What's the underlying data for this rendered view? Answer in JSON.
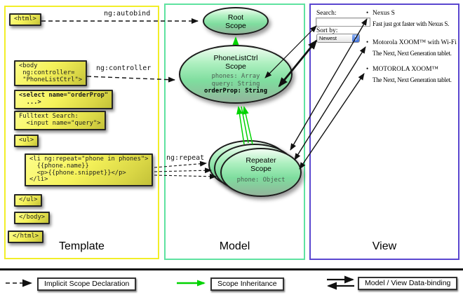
{
  "columns": {
    "template": {
      "title": "Template"
    },
    "model": {
      "title": "Model"
    },
    "view": {
      "title": "View"
    }
  },
  "template": {
    "boxes": {
      "html_open": "<html>",
      "body_open": "<body\n ng:controller=\n \"PhoneListCtrl\">",
      "select": "<select name=\"orderProp\"\n  ...>",
      "fulltext": "Fulltext Search:\n  <input name=\"query\">",
      "ul_open": "<ul>",
      "li_repeat": "<li ng:repeat=\"phone in phones\">\n  {{phone.name}}\n  <p>{{phone.snippet}}</p>\n</li>",
      "ul_close": "</ul>",
      "body_close": "</body>",
      "html_close": "</html>"
    },
    "labels": {
      "autobind": "ng:autobind",
      "controller": "ng:controller",
      "repeat": "ng:repeat"
    }
  },
  "model": {
    "scopes": {
      "root": {
        "title": "Root\nScope"
      },
      "ctrl": {
        "title": "PhoneListCtrl\nScope",
        "prop1": "phones: Array",
        "prop2": "query: String",
        "prop3": "orderProp: String"
      },
      "repeater": {
        "title": "Repeater\nScope",
        "prop1": "phone: Object"
      }
    }
  },
  "view": {
    "search_label": "Search:",
    "search_value": "",
    "sort_label": "Sort by:",
    "sort_value": "Newest",
    "bullet": "•",
    "phones": [
      {
        "name": "Nexus S",
        "snippet": "Fast just got faster with Nexus S."
      },
      {
        "name": "Motorola XOOM™ with Wi-Fi",
        "snippet": "The Next, Next Generation tablet."
      },
      {
        "name": "MOTOROLA XOOM™",
        "snippet": "The Next, Next Generation tablet."
      }
    ]
  },
  "legend": {
    "implicit": "Implicit Scope Declaration",
    "inheritance": "Scope Inheritance",
    "binding": "Model / View Data-binding"
  },
  "colors": {
    "template_border": "#f2ee28",
    "model_border": "#5ee2a0",
    "view_border": "#5a46cf",
    "green_arrow": "#00d300",
    "code_box_fill": "#f5f25a",
    "scope_fill": "#7edd9e"
  }
}
